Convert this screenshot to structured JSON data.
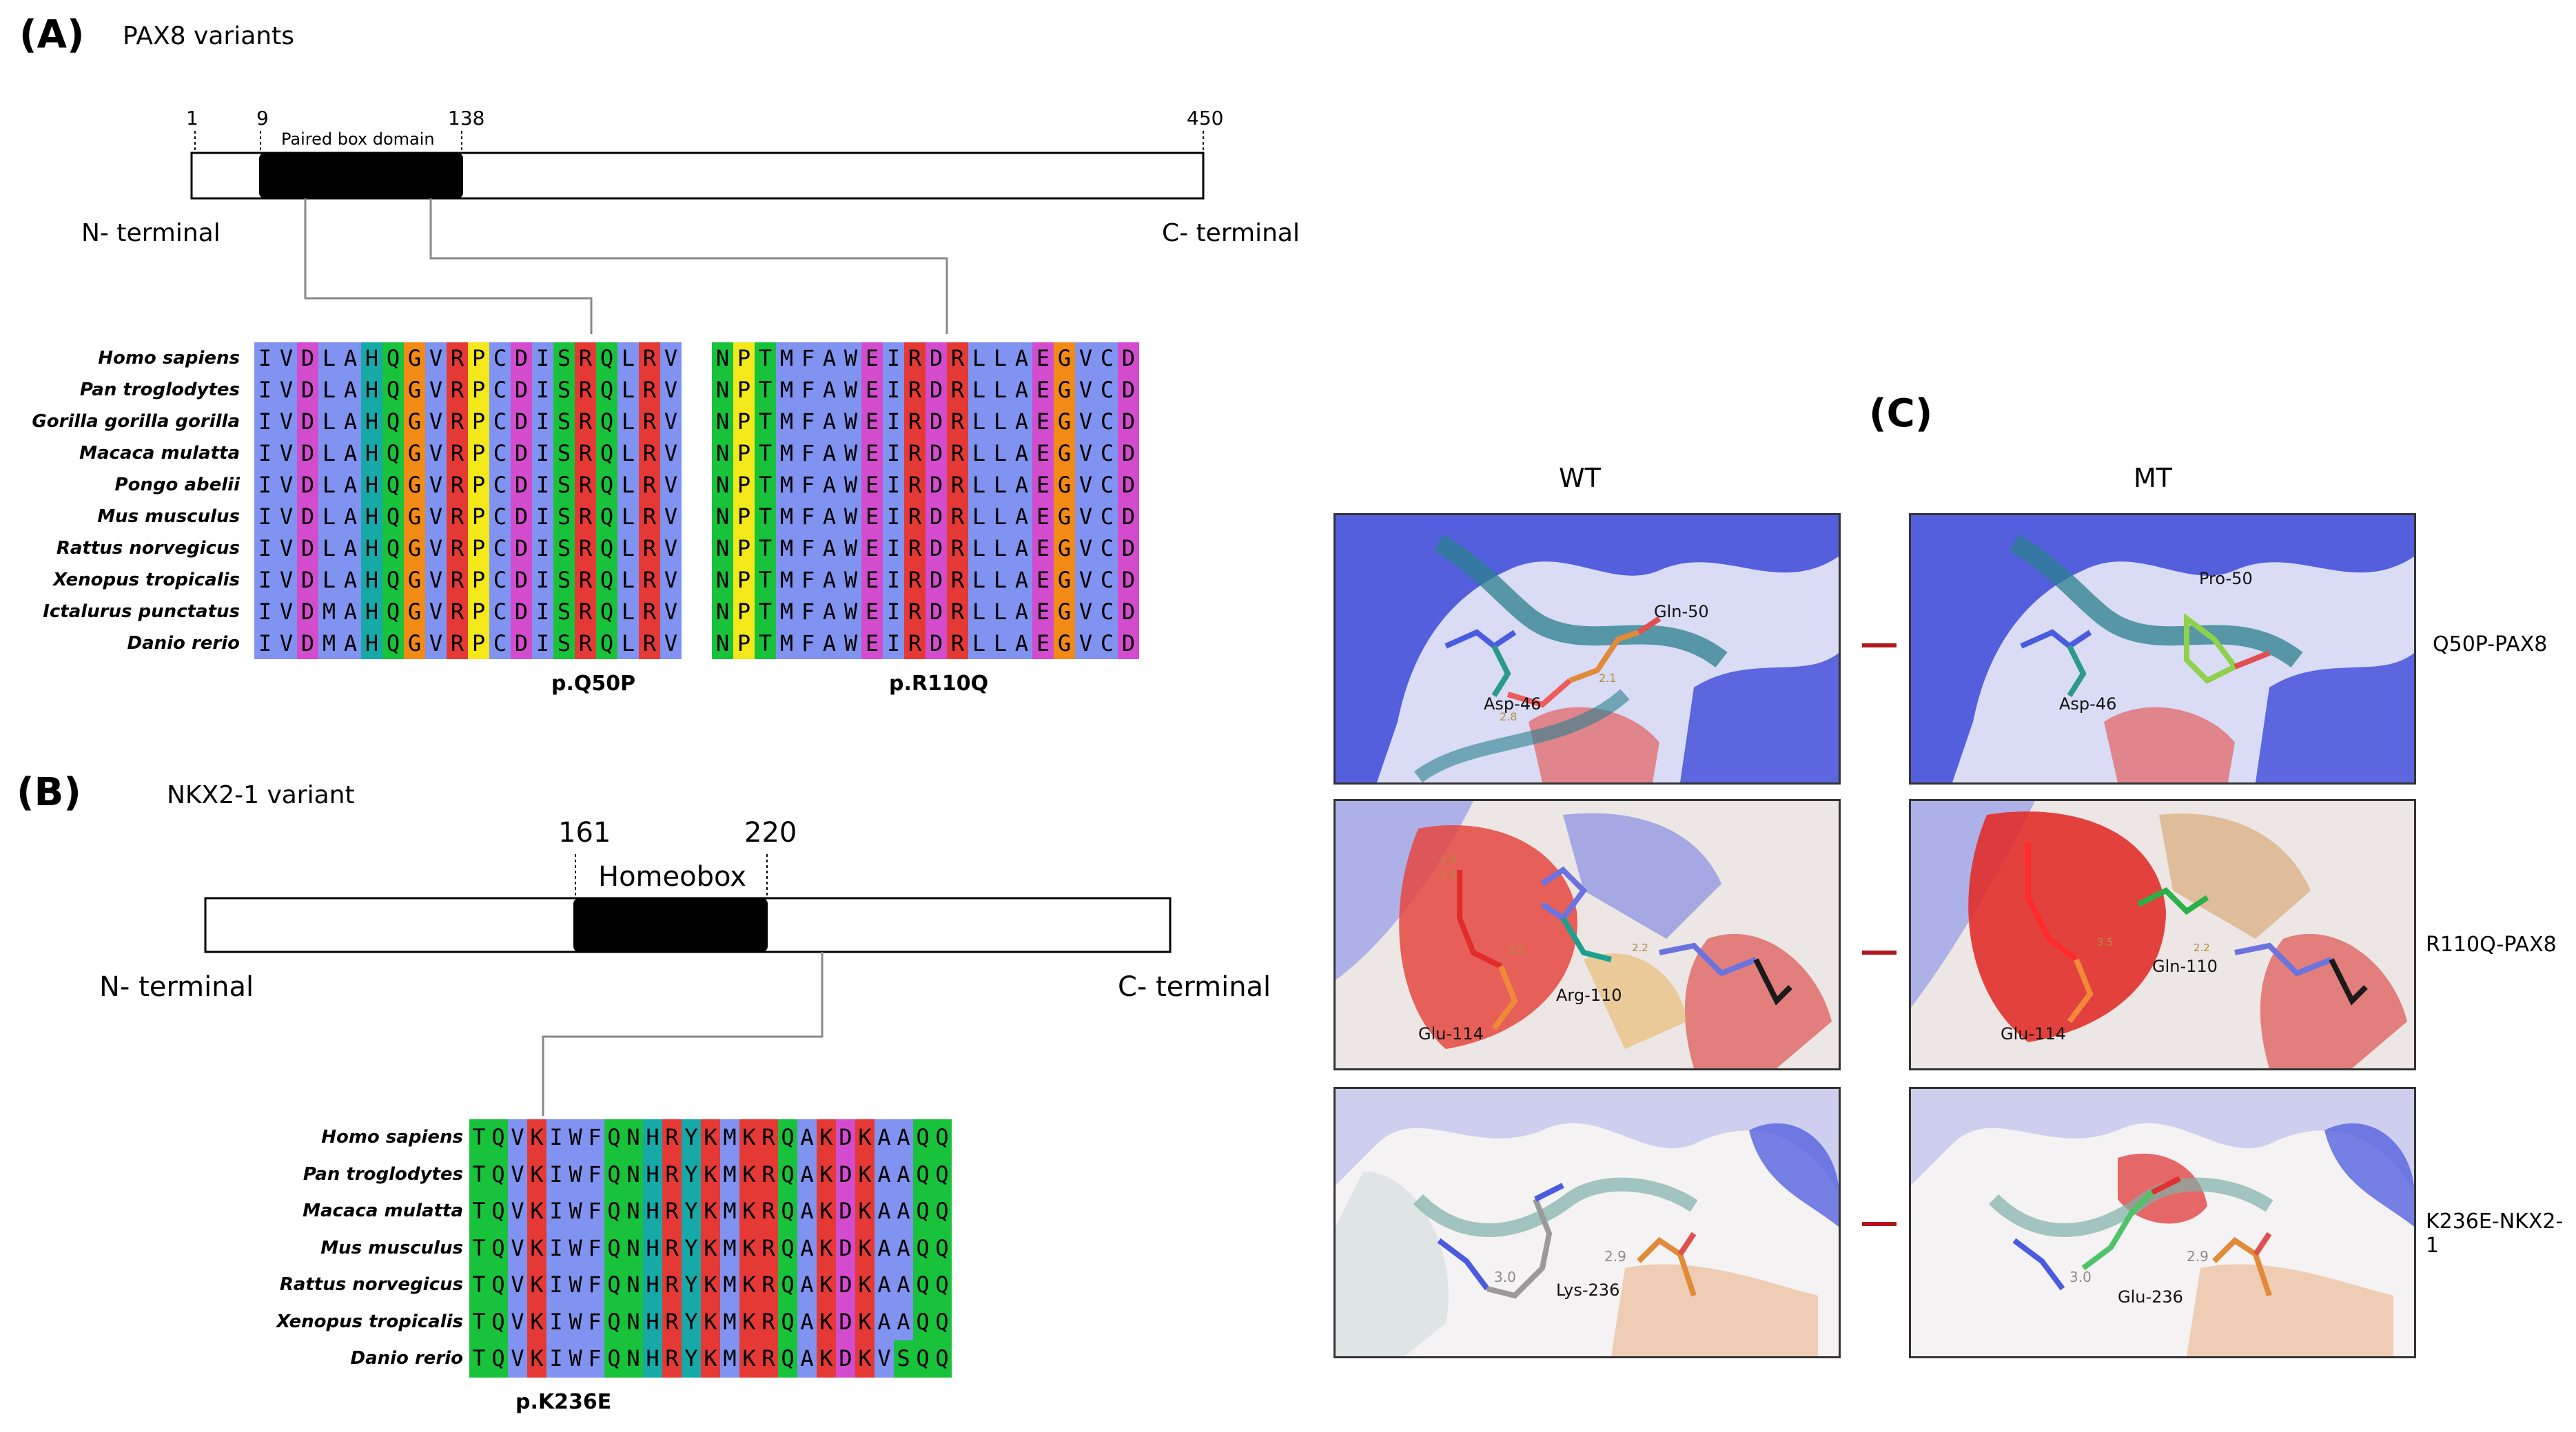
{
  "panel_a": {
    "letter": "(A)",
    "title": "PAX8 variants",
    "scale": {
      "p1": "1",
      "p9": "9",
      "p138": "138",
      "p450": "450"
    },
    "domain_label": "Paired box domain",
    "n_term": "N- terminal",
    "c_term": "C- terminal",
    "species": [
      "Homo sapiens",
      "Pan troglodytes",
      "Gorilla gorilla gorilla",
      "Macaca mulatta",
      "Pongo abelii",
      "Mus musculus",
      "Rattus norvegicus",
      "Xenopus tropicalis",
      "Ictalurus punctatus",
      "Danio rerio"
    ],
    "block1": [
      "IVDLAHQGVRPCDISRQLRV",
      "IVDLAHQGVRPCDISRQLRV",
      "IVDLAHQGVRPCDISRQLRV",
      "IVDLAHQGVRPCDISRQLRV",
      "IVDLAHQGVRPCDISRQLRV",
      "IVDLAHQGVRPCDISRQLRV",
      "IVDLAHQGVRPCDISRQLRV",
      "IVDLAHQGVRPCDISRQLRV",
      "IVDMAHQGVRPCDISRQLRV",
      "IVDMAHQGVRPCDISRQLRV"
    ],
    "block2": [
      "NPTMFAWEIRDRLLAEGVCD",
      "NPTMFAWEIRDRLLAEGVCD",
      "NPTMFAWEIRDRLLAEGVCD",
      "NPTMFAWEIRDRLLAEGVCD",
      "NPTMFAWEIRDRLLAEGVCD",
      "NPTMFAWEIRDRLLAEGVCD",
      "NPTMFAWEIRDRLLAEGVCD",
      "NPTMFAWEIRDRLLAEGVCD",
      "NPTMFAWEIRDRLLAEGVCD",
      "NPTMFAWEIRDRLLAEGVCD"
    ],
    "variant1": "p.Q50P",
    "variant2": "p.R110Q"
  },
  "panel_b": {
    "letter": "(B)",
    "title": "NKX2-1 variant",
    "scale": {
      "p161": "161",
      "p220": "220"
    },
    "domain_label": "Homeobox",
    "n_term": "N- terminal",
    "c_term": "C- terminal",
    "species": [
      "Homo sapiens",
      "Pan troglodytes",
      "Macaca mulatta",
      "Mus musculus",
      "Rattus norvegicus",
      "Xenopus tropicalis",
      "Danio rerio"
    ],
    "block": [
      "TQVKIWFQNHRYKMKRQAKDKAAQQ",
      "TQVKIWFQNHRYKMKRQAKDKAAQQ",
      "TQVKIWFQNHRYKMKRQAKDKAAQQ",
      "TQVKIWFQNHRYKMKRQAKDKAAQQ",
      "TQVKIWFQNHRYKMKRQAKDKAAQQ",
      "TQVKIWFQNHRYKMKRQAKDKAAQQ",
      "TQVKIWFQNHRYKMKRQAKDKVSQQ"
    ],
    "variant": "p.K236E"
  },
  "panel_c": {
    "letter": "(C)",
    "col_wt": "WT",
    "col_mt": "MT",
    "rows": [
      {
        "label": "Q50P-PAX8",
        "wt": [
          "Gln-50",
          "Asp-46"
        ],
        "mt": [
          "Pro-50",
          "Asp-46"
        ],
        "wt_dist": [
          "2.1",
          "2.8"
        ]
      },
      {
        "label": "R110Q-PAX8",
        "wt": [
          "Glu-114",
          "Arg-110"
        ],
        "mt": [
          "Glu-114",
          "Gln-110"
        ],
        "wt_dist": [
          "2.8",
          "1.9",
          "3.5",
          "2.2"
        ],
        "mt_dist": [
          "3.5",
          "2.2"
        ]
      },
      {
        "label": "K236E-NKX2-1",
        "wt": [
          "Lys-236"
        ],
        "mt": [
          "Glu-236"
        ],
        "wt_dist": [
          "3.0",
          "2.9"
        ],
        "mt_dist": [
          "3.0",
          "2.9"
        ]
      }
    ]
  },
  "colors": {
    "hydrophobic": "#8093f1",
    "positive": "#e53935",
    "negative": "#d24ccd",
    "polar": "#18c23a",
    "glycine": "#f28a16",
    "proline": "#f2e81a",
    "aromatic": "#17a8a8",
    "connector": "#888888",
    "arrow": "#b0171c"
  }
}
